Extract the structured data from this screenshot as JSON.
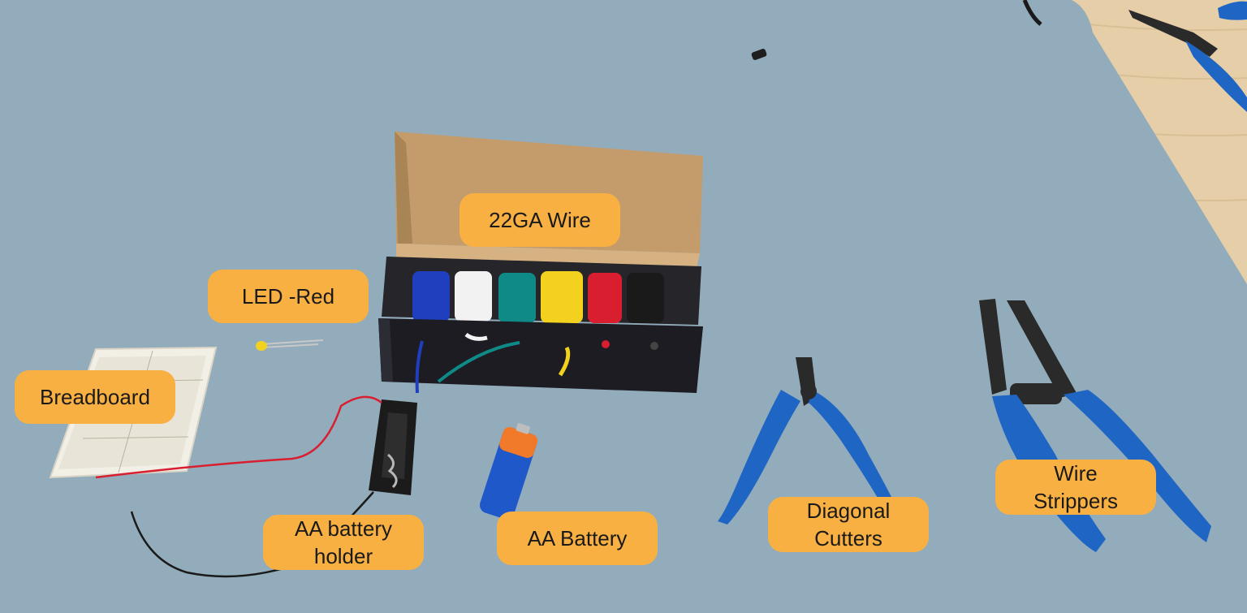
{
  "colors": {
    "mat": "#93acbb",
    "table": "#e6cfa8",
    "label_bg": "#f9b042",
    "label_text": "#1a1a1a",
    "box_cardboard": "#c49c6c",
    "box_black": "#1c1c22",
    "tool_blue": "#1f66c4",
    "breadboard": "#f2efe6"
  },
  "icons": [
    "breadboard-icon",
    "led-icon",
    "wire-spool-box-icon",
    "battery-holder-icon",
    "aa-battery-icon",
    "diagonal-cutters-icon",
    "wire-strippers-icon"
  ],
  "wire_colors": [
    "#1f3fbf",
    "#f2f2f2",
    "#0f8a86",
    "#f2d21e",
    "#d81e2f",
    "#1a1a1a"
  ],
  "labels": {
    "wire": "22GA Wire",
    "led": "LED -Red",
    "breadboard": "Breadboard",
    "holder": "AA battery\nholder",
    "battery": "AA Battery",
    "cutters": "Diagonal\nCutters",
    "strippers": "Wire\nStrippers"
  }
}
